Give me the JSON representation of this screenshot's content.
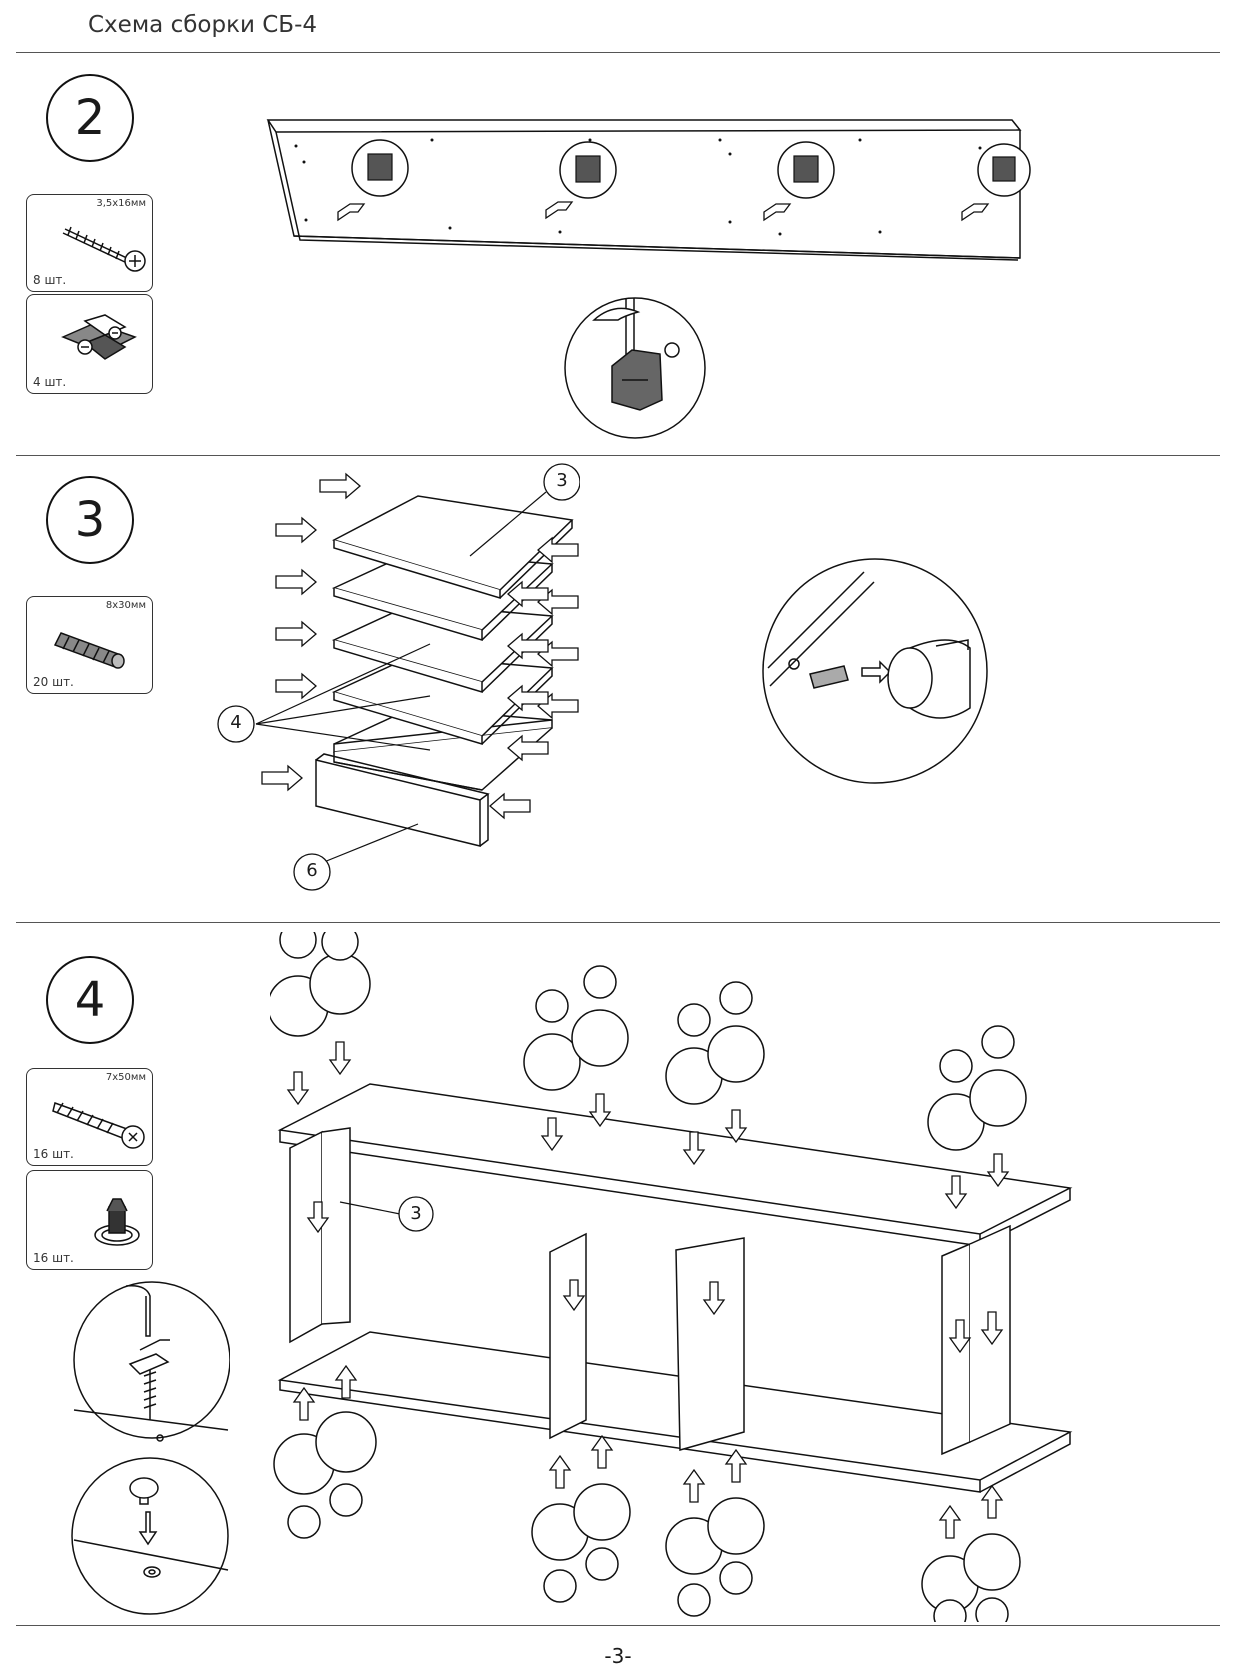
{
  "header": {
    "title": "Схема сборки СБ-4"
  },
  "steps": [
    {
      "number": "2",
      "parts": [
        {
          "spec": "3,5х16мм",
          "qty": "8 шт.",
          "icon": "screw-icon"
        },
        {
          "spec": "",
          "qty": "4 шт.",
          "icon": "mounting-plate-icon"
        }
      ]
    },
    {
      "number": "3",
      "parts": [
        {
          "spec": "8х30мм",
          "qty": "20 шт.",
          "icon": "dowel-icon"
        }
      ],
      "callouts": [
        "3",
        "4",
        "6"
      ]
    },
    {
      "number": "4",
      "parts": [
        {
          "spec": "7х50мм",
          "qty": "16 шт.",
          "icon": "confirmat-screw-icon"
        },
        {
          "spec": "",
          "qty": "16 шт.",
          "icon": "adjustable-foot-icon"
        }
      ],
      "callouts": [
        "3"
      ]
    }
  ],
  "footer": {
    "page": "-3-"
  }
}
